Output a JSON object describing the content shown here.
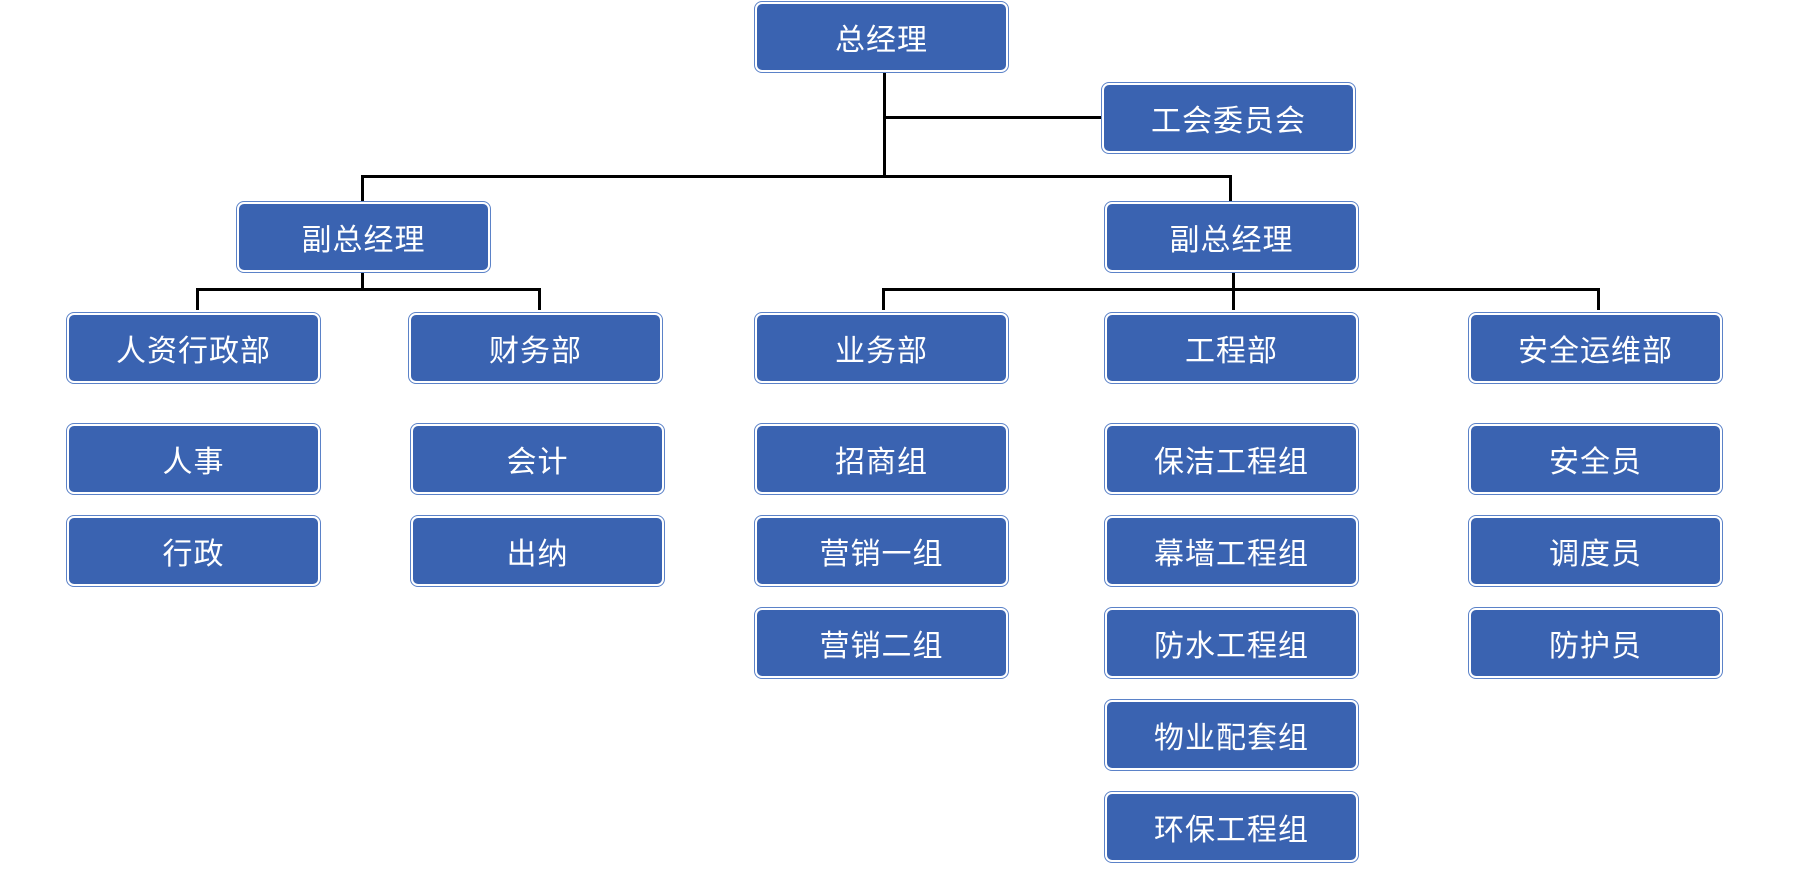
{
  "org": {
    "ceo": "总经理",
    "union": "工会委员会",
    "vp_left": "副总经理",
    "vp_right": "副总经理",
    "departments": {
      "hr_admin": {
        "name": "人资行政部",
        "units": [
          "人事",
          "行政"
        ]
      },
      "finance": {
        "name": "财务部",
        "units": [
          "会计",
          "出纳"
        ]
      },
      "business": {
        "name": "业务部",
        "units": [
          "招商组",
          "营销一组",
          "营销二组"
        ]
      },
      "engineering": {
        "name": "工程部",
        "units": [
          "保洁工程组",
          "幕墙工程组",
          "防水工程组",
          "物业配套组",
          "环保工程组"
        ]
      },
      "safety": {
        "name": "安全运维部",
        "units": [
          "安全员",
          "调度员",
          "防护员"
        ]
      }
    }
  },
  "colors": {
    "box_fill": "#3a63b1",
    "box_text": "#ffffff",
    "connector": "#000000"
  }
}
